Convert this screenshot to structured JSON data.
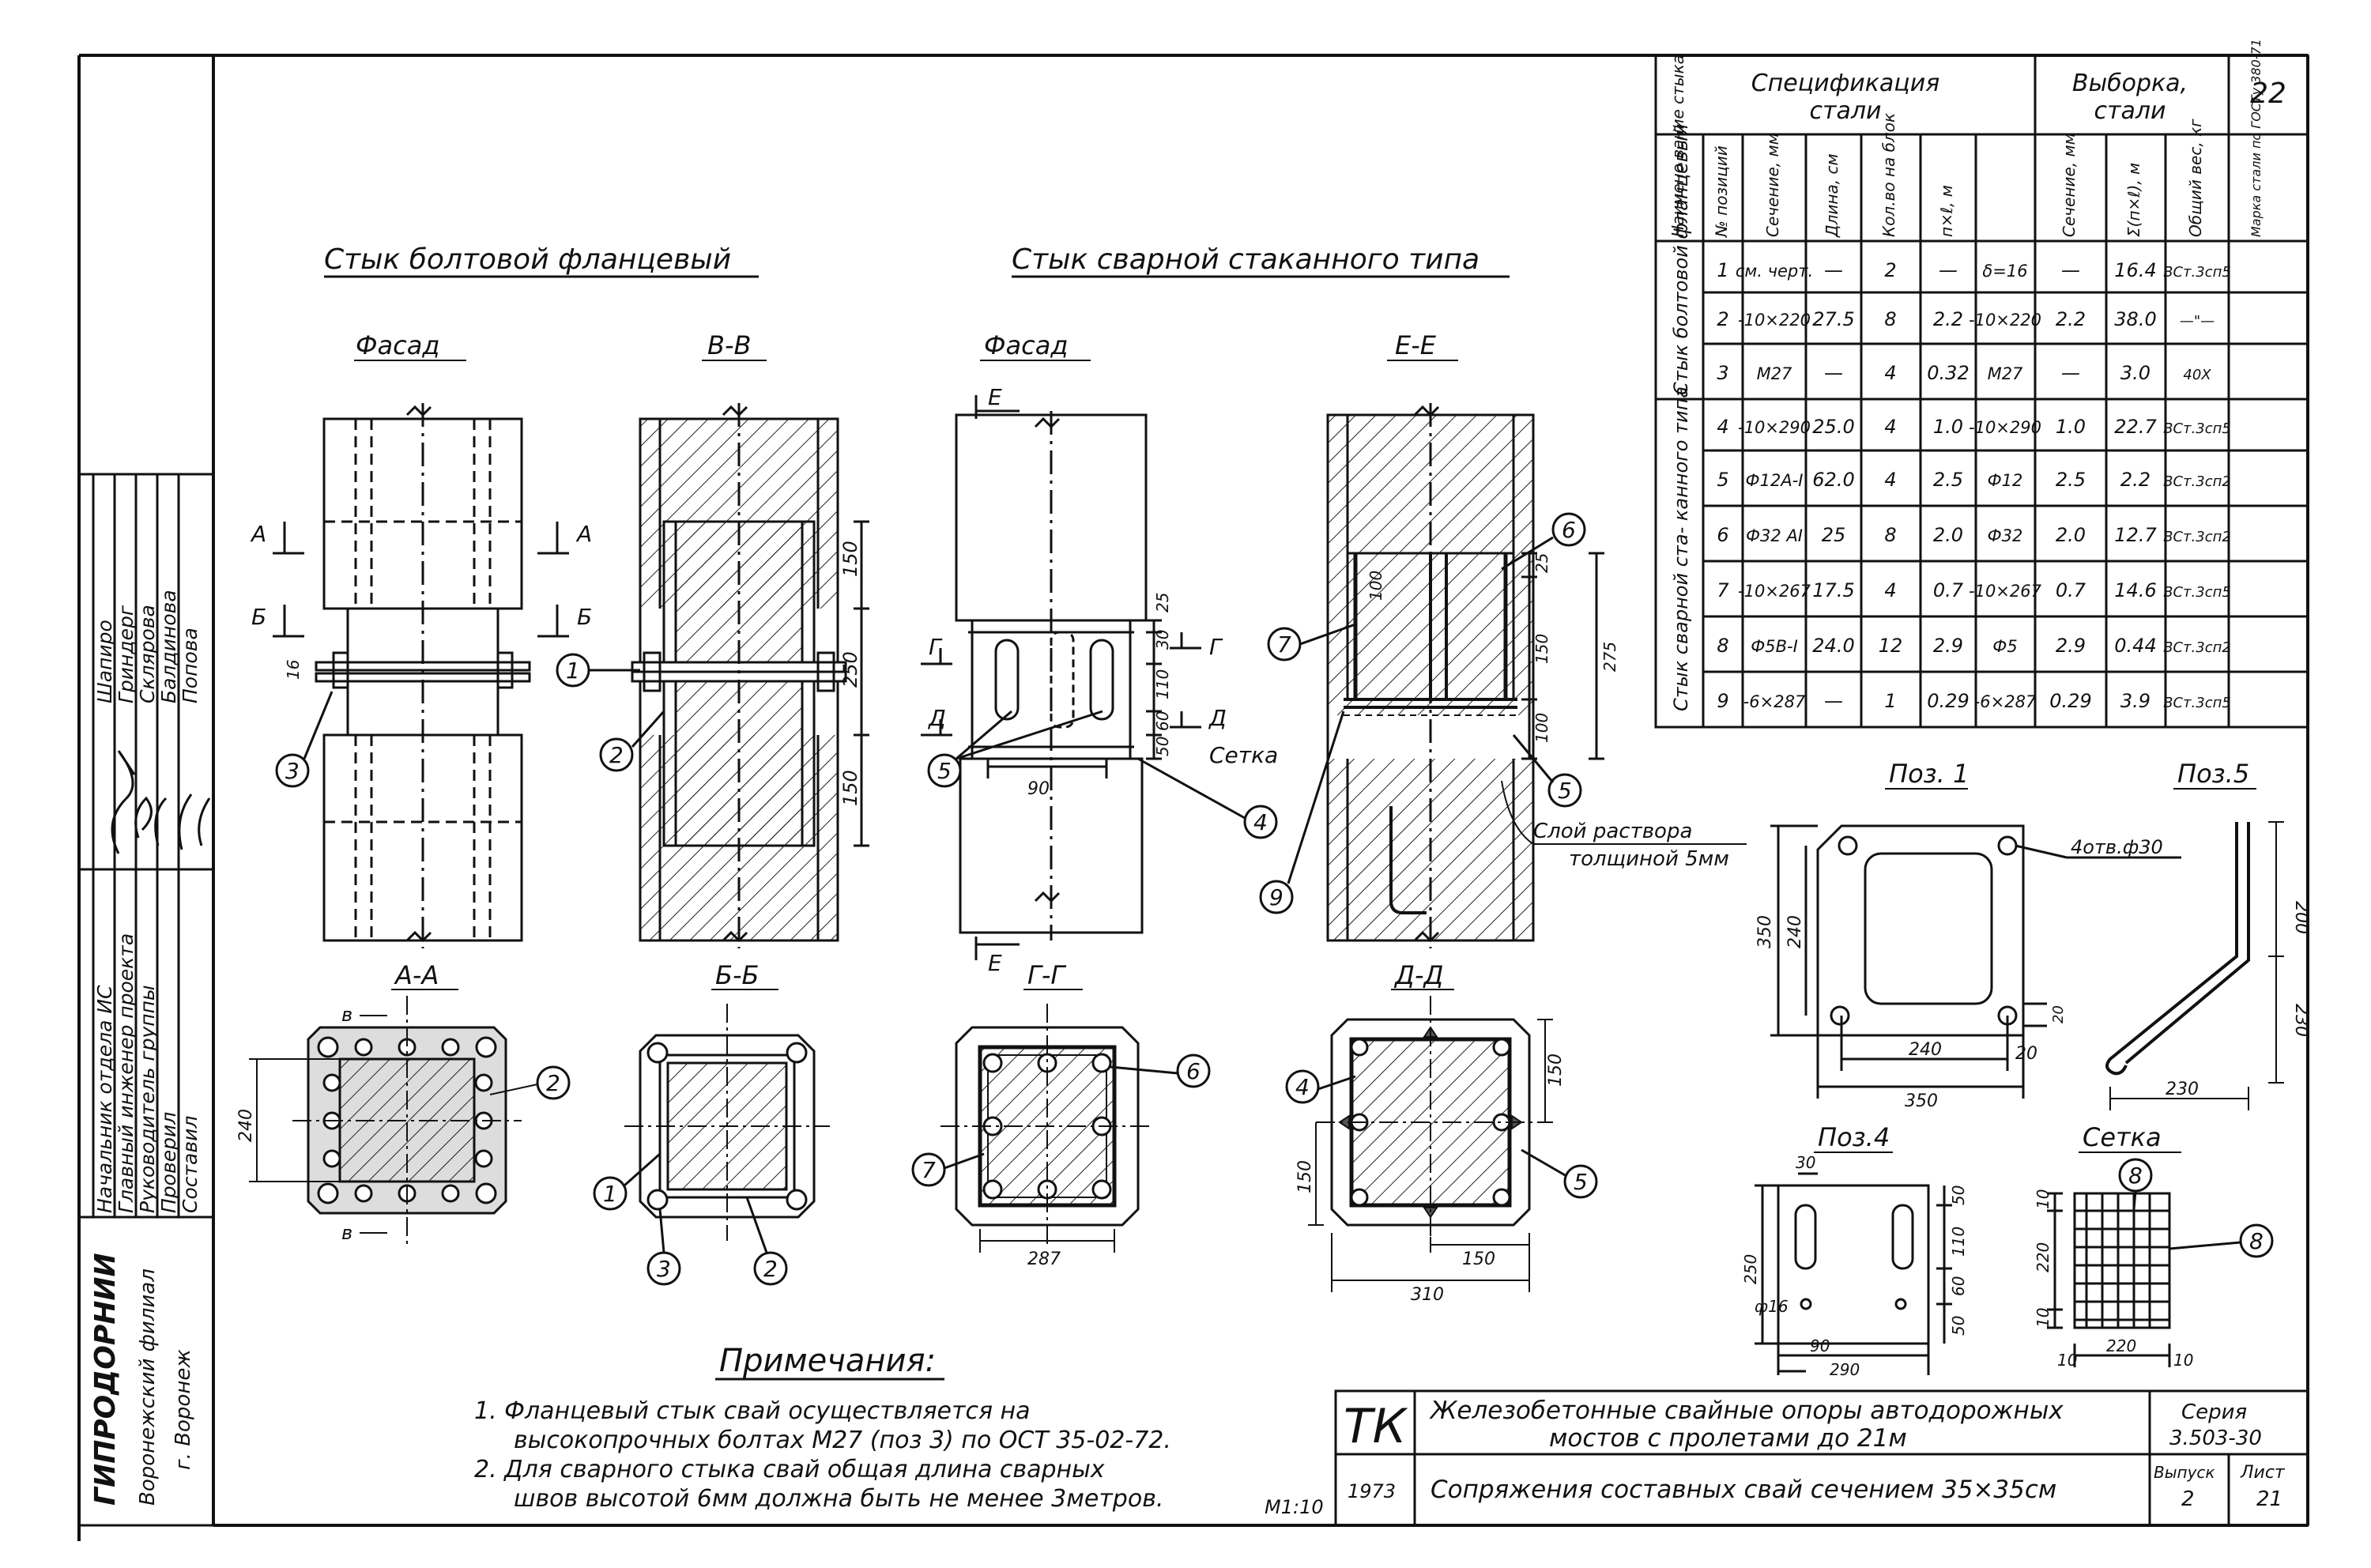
{
  "sheet_number_top": "22",
  "titles": {
    "bolt_joint": "Стык болтовой фланцевый",
    "weld_joint": "Стык сварной стаканного типа"
  },
  "views": {
    "fasad1": "Фасад",
    "bb": "В-В",
    "fasad2": "Фасад",
    "ee": "Е-Е",
    "aa": "А-А",
    "bsec": "Б-Б",
    "gg": "Г-Г",
    "dd": "Д-Д",
    "poz1": "Поз. 1",
    "poz5": "Поз.5",
    "poz4": "Поз.4",
    "setka": "Сетка"
  },
  "marks": {
    "A": "А",
    "B": "Б",
    "V": "в",
    "E": "Е",
    "G": "Г",
    "D": "Д",
    "setka_note": "Сетка",
    "mortar1": "Слой раствора",
    "mortar2": "толщиной 5мм",
    "holes": "4отв.ф30",
    "hole16": "ф16"
  },
  "callouts": [
    "1",
    "2",
    "3",
    "4",
    "5",
    "6",
    "7",
    "8",
    "9"
  ],
  "dims": {
    "d150": "150",
    "d250": "250",
    "d25": "25",
    "d30": "30",
    "d110": "110",
    "d60": "60",
    "d50": "50",
    "d90": "90",
    "d100": "100",
    "d275": "275",
    "d240": "240",
    "d287": "287",
    "d310": "310",
    "d350": "350",
    "d20": "20",
    "d200": "200",
    "d230": "230",
    "d220": "220",
    "d10": "10",
    "d290": "290",
    "d16": "16",
    "d5": "5"
  },
  "spec": {
    "header_spec": [
      "Спецификация",
      "стали"
    ],
    "header_sel": [
      "Выборка,",
      "стали"
    ],
    "columns": [
      "Наимено вание стыка",
      "№ позиций",
      "Сечение, мм",
      "Длина, см",
      "Кол.во на блок",
      "п×ℓ, м",
      "Сечение, мм",
      "Σ(п×ℓ), м",
      "Общий вес, кг",
      "Марка стали по ГОСТу 380-71"
    ],
    "group1": "Стык болтовой фланцевый",
    "group2": "Стык сварной ста- канного типа",
    "rows": [
      [
        "1",
        "см. черт.",
        "—",
        "2",
        "—",
        "δ=16",
        "—",
        "16.4",
        "ВСт.3сп5"
      ],
      [
        "2",
        "-10×220",
        "27.5",
        "8",
        "2.2",
        "-10×220",
        "2.2",
        "38.0",
        "—\"—"
      ],
      [
        "3",
        "М27",
        "—",
        "4",
        "0.32",
        "М27",
        "—",
        "3.0",
        "40Х"
      ],
      [
        "4",
        "-10×290",
        "25.0",
        "4",
        "1.0",
        "-10×290",
        "1.0",
        "22.7",
        "ВСт.3сп5"
      ],
      [
        "5",
        "Ф12А-I",
        "62.0",
        "4",
        "2.5",
        "Ф12",
        "2.5",
        "2.2",
        "ВСт.3сп2"
      ],
      [
        "6",
        "Ф32 АI",
        "25",
        "8",
        "2.0",
        "Ф32",
        "2.0",
        "12.7",
        "ВСт.3сп2"
      ],
      [
        "7",
        "-10×267",
        "17.5",
        "4",
        "0.7",
        "-10×267",
        "0.7",
        "14.6",
        "ВСт.3сп5"
      ],
      [
        "8",
        "Ф5В-I",
        "24.0",
        "12",
        "2.9",
        "Ф5",
        "2.9",
        "0.44",
        "ВСт.3сп2"
      ],
      [
        "9",
        "-6×287",
        "—",
        "1",
        "0.29",
        "-6×287",
        "0.29",
        "3.9",
        "ВСт.3сп5"
      ]
    ]
  },
  "stamp_side": {
    "roles": [
      "Начальник отдела ИС",
      "Главный инженер проекта",
      "Руководитель группы",
      "Проверил",
      "Составил"
    ],
    "names": [
      "Шапиро",
      "Гриндерг",
      "Склярова",
      "Балдинова",
      "Попова"
    ],
    "org": [
      "ГИПРОДОРНИИ",
      "Воронежский филиал",
      "г. Воронеж"
    ]
  },
  "notes": {
    "title": "Примечания:",
    "lines": [
      "1. Фланцевый стык свай осуществляется на",
      "высокопрочных болтах М27 (поз 3) по ОСТ 35-02-72.",
      "2. Для сварного стыка свай общая длина сварных",
      "швов высотой 6мм должна быть не менее 3метров."
    ]
  },
  "titleblock": {
    "tk": "ТК",
    "year": "1973",
    "title1": "Железобетонные свайные опоры автодорожных",
    "title2": "мостов с пролетами до 21м",
    "subtitle": "Сопряжения составных свай сечением 35×35см",
    "series_label": "Серия",
    "series": "3.503-30",
    "issue_label": "Выпуск",
    "issue": "2",
    "sheet_label": "Лист",
    "sheet": "21",
    "code": "М1:10"
  }
}
